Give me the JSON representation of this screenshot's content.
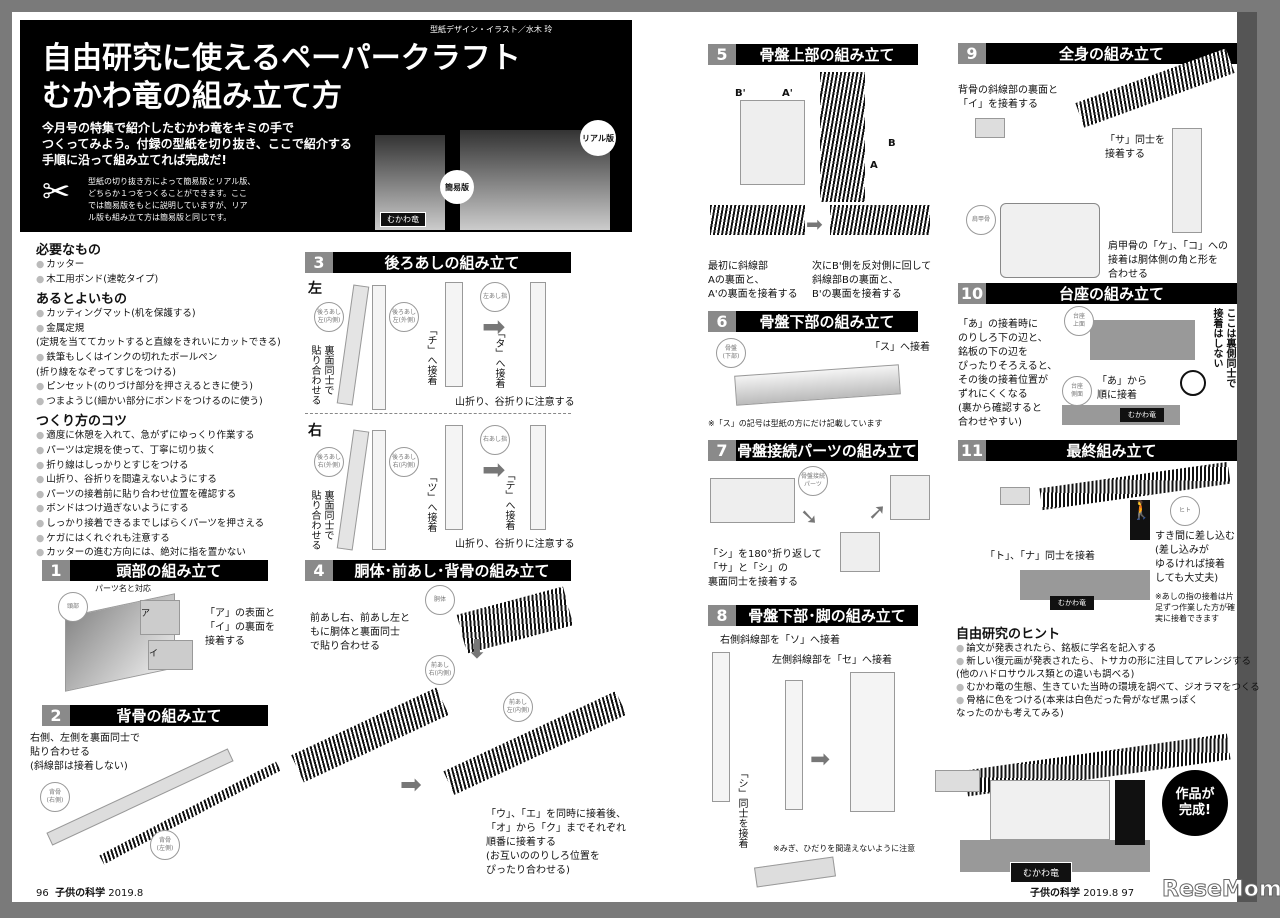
{
  "header": {
    "credit": "型紙デザイン・イラスト／水木 玲",
    "title_line1": "自由研究に使えるペーパークラフト",
    "title_line2": "むかわ竜の組み立て方",
    "lead": "今月号の特集で紹介したむかわ竜をキミの手で\nつくってみよう。付録の型紙を切り抜き、ここで紹介する\n手順に沿って組み立てれば完成だ!",
    "note": "型紙の切り抜き方によって簡易版とリアル版、\nどちらか１つをつくることができます。ここ\nでは簡易版をもとに説明していますが、リア\nル版も組み立て方は簡易版と同じです。",
    "badge_simple": "簡易版",
    "badge_real": "リアル版",
    "nameplate": "むかわ竜"
  },
  "lists": [
    {
      "heading": "必要なもの",
      "items": [
        "カッター",
        "木工用ボンド(速乾タイプ)"
      ]
    },
    {
      "heading": "あるとよいもの",
      "items": [
        "カッティングマット(机を保護する)",
        "金属定規\n(定規を当ててカットすると直線をきれいにカットできる)",
        "鉄筆もしくはインクの切れたボールペン\n(折り線をなぞってすじをつける)",
        "ピンセット(のりづけ部分を押さえるときに使う)",
        "つまようじ(細かい部分にボンドをつけるのに使う)"
      ]
    },
    {
      "heading": "つくり方のコツ",
      "items": [
        "適度に休憩を入れて、急がずにゆっくり作業する",
        "パーツは定規を使って、丁寧に切り抜く",
        "折り線はしっかりとすじをつける",
        "山折り、谷折りを間違えないようにする",
        "パーツの接着前に貼り合わせ位置を確認する",
        "ボンドはつけ過ぎないようにする",
        "しっかり接着できるまでしばらくパーツを押さえる",
        "ケガにはくれぐれも注意する",
        "カッターの進む方向には、絶対に指を置かない"
      ]
    }
  ],
  "sections": [
    {
      "num": "1",
      "title": "頭部の組み立て"
    },
    {
      "num": "2",
      "title": "背骨の組み立て"
    },
    {
      "num": "3",
      "title": "後ろあしの組み立て"
    },
    {
      "num": "4",
      "title": "胴体･前あし･背骨の組み立て"
    },
    {
      "num": "5",
      "title": "骨盤上部の組み立て"
    },
    {
      "num": "6",
      "title": "骨盤下部の組み立て"
    },
    {
      "num": "7",
      "title": "骨盤接続パーツの組み立て"
    },
    {
      "num": "8",
      "title": "骨盤下部･脚の組み立て"
    },
    {
      "num": "9",
      "title": "全身の組み立て"
    },
    {
      "num": "10",
      "title": "台座の組み立て"
    },
    {
      "num": "11",
      "title": "最終組み立て"
    }
  ],
  "s1": {
    "part_note": "パーツ名と対応",
    "tag": "頭部",
    "caption": "「ア」の表面と\n「イ」の裏面を\n接着する",
    "label_a": "ア",
    "label_i": "イ"
  },
  "s2": {
    "caption": "右側、左側を裏面同士で\n貼り合わせる\n(斜線部は接着しない)",
    "tag_right": "背骨\n(右側)",
    "tag_left": "背骨\n(左側)"
  },
  "s3": {
    "left": "左",
    "right": "右",
    "tag_l1": "後ろあし\n左(内側)",
    "tag_l2": "後ろあし\n左(外側)",
    "tag_r1": "後ろあし\n右(外側)",
    "tag_r2": "後ろあし\n右(内側)",
    "tag_ltoe": "左あし指",
    "tag_rtoe": "右あし指",
    "glue_back": "裏面同士で\n貼り合わせる",
    "chi": "「チ」へ接着",
    "ta": "「タ」へ接着",
    "tsu": "「ツ」へ接着",
    "te": "「テ」へ接着",
    "fold": "山折り、谷折りに注意する"
  },
  "s4": {
    "caption1": "前あし右、前あし左と\nもに胴体と裏面同士\nで貼り合わせる",
    "tag_body": "胴体",
    "tag_fr": "前あし\n右(内側)",
    "tag_fl": "前あし\n左(内側)",
    "caption2": "「ウ」、「エ」を同時に接着後、\n「オ」から「ク」までそれぞれ\n順番に接着する\n(お互いののりしろ位置を\nぴったり合わせる)"
  },
  "s5": {
    "label_b1": "B'",
    "label_a1": "A'",
    "label_b": "B",
    "label_a": "A",
    "caption1": "最初に斜線部\nAの裏面と、\nA'の裏面を接着する",
    "caption2": "次にB'側を反対側に回して\n斜線部Bの裏面と、\nB'の裏面を接着する"
  },
  "s6": {
    "tag": "骨盤\n(下部)",
    "caption": "「ス」へ接着",
    "note": "※「ス」の記号は型紙の方にだけ記載しています"
  },
  "s7": {
    "tag": "骨盤接続\nパーツ",
    "caption": "「シ」を180°折り返して\n「サ」と「シ」の\n裏面同士を接着する"
  },
  "s8": {
    "caption1": "右側斜線部を「ソ」へ接着",
    "caption2": "左側斜線部を「セ」へ接着",
    "vertical": "「シ」同士を接着",
    "note": "※みぎ、ひだりを間違えないように注意"
  },
  "s9": {
    "caption1": "背骨の斜線部の裏面と\n「イ」を接着する",
    "caption2": "「サ」同士を\n接着する",
    "tag": "肩甲骨",
    "caption3": "肩甲骨の「ケ」、「コ」への\n接着は胴体側の角と形を\n合わせる"
  },
  "s10": {
    "caption": "「あ」の接着時に\nのりしろ下の辺と、\n銘板の下の辺を\nぴったりそろえると、\nその後の接着位置が\nずれにくくなる\n(裏から確認すると\n合わせやすい)",
    "tag_top": "台座\n上面",
    "tag_side": "台座\n側面",
    "caption2": "「あ」から\n順に接着",
    "vertical": "ここは裏側同士で\n接着はしない",
    "nameplate": "むかわ竜"
  },
  "s11": {
    "tag": "ヒト",
    "caption1": "「ト」、「ナ」同士を接着",
    "caption2": "すき間に差し込む\n(差し込みが\nゆるければ接着\nしても大丈夫)",
    "note": "※あしの指の接着は片\n足ずつ作業した方が確\n実に接着できます",
    "nameplate": "むかわ竜"
  },
  "hints": {
    "heading": "自由研究のヒント",
    "items": [
      "論文が発表されたら、銘板に学名を記入する",
      "新しい復元画が発表されたら、トサカの形に注目してアレンジする\n(他のハドロサウルス類との違いも調べる)",
      "むかわ竜の生態、生きていた当時の環境を調べて、ジオラマをつくる",
      "骨格に色をつける(本来は白色だった骨がなぜ黒っぽく\nなったのかも考えてみる)"
    ]
  },
  "complete_badge": "作品が\n完成!",
  "final_nameplate": "むかわ竜",
  "footer": {
    "left_page": "96",
    "left_mag": "子供の科学",
    "left_date": "2019.8",
    "right_mag": "子供の科学",
    "right_date": "2019.8",
    "right_page": "97",
    "watermark": "ReseMom"
  },
  "colors": {
    "header_bg": "#000000",
    "number_box": "#8a8a8a",
    "bullet": "#bbbbbb"
  }
}
